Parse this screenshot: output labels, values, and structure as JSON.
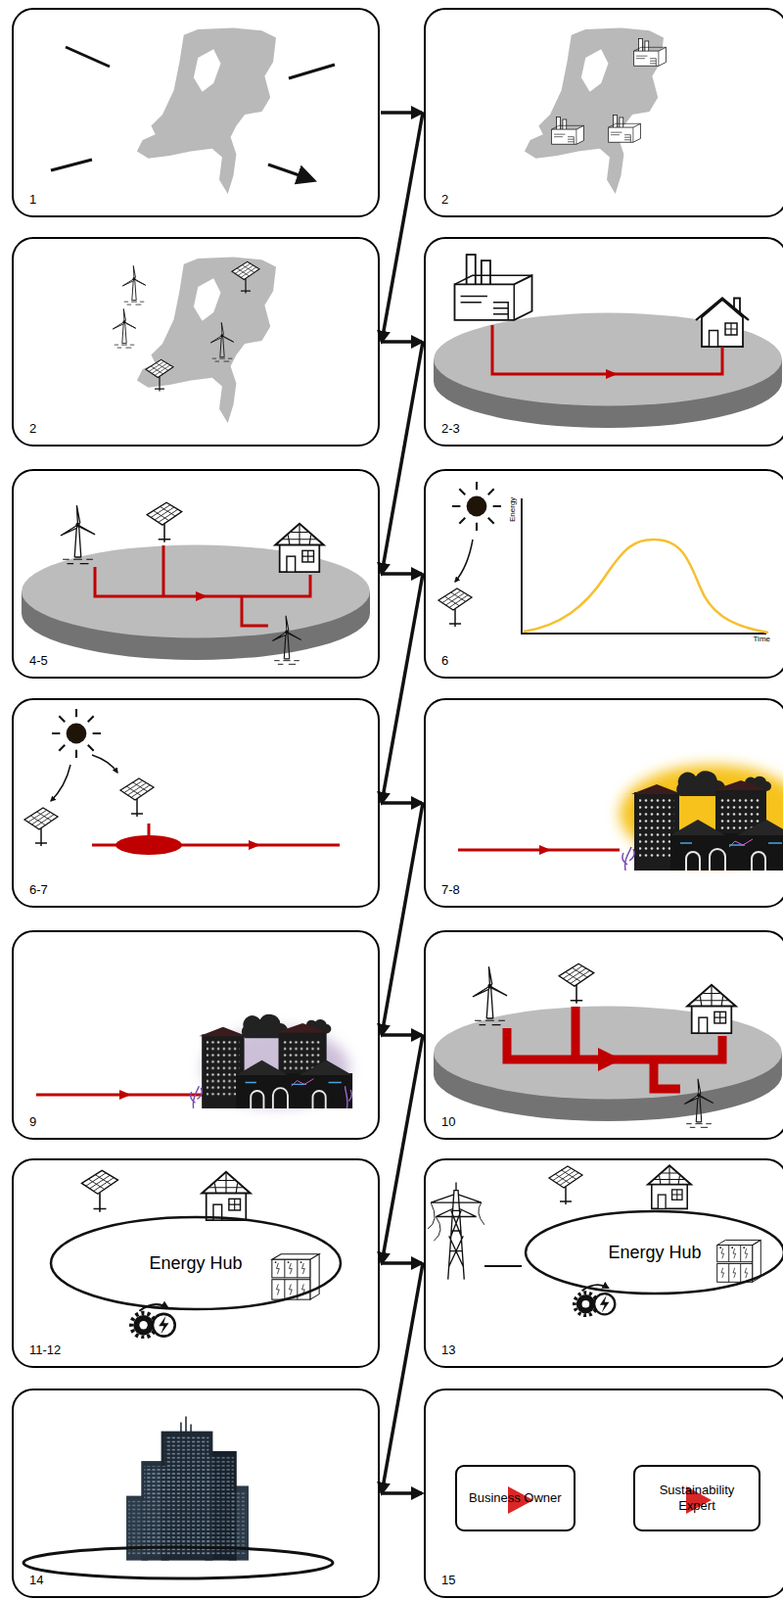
{
  "diagram": {
    "nodes": [
      {
        "text": [
          "1"
        ]
      },
      {
        "text": [
          "2"
        ]
      },
      {
        "text": [
          "2"
        ]
      },
      {
        "text": [
          "2-3"
        ]
      },
      {
        "text": [
          "4-5"
        ]
      },
      {
        "text": [
          "6",
          "Energy",
          "Time"
        ]
      },
      {
        "text": [
          "6-7"
        ]
      },
      {
        "text": [
          "7-8"
        ]
      },
      {
        "text": [
          "9"
        ]
      },
      {
        "text": [
          "10"
        ]
      },
      {
        "text": [
          "11-12"
        ]
      },
      {
        "text": [
          "Energy Hub"
        ],
        "in": 10
      },
      {
        "text": [
          "13"
        ]
      },
      {
        "text": [
          "Energy Hub"
        ],
        "in": 12
      },
      {
        "text": [
          "14"
        ]
      },
      {
        "text": [
          "15"
        ]
      },
      {
        "text": [
          "Business Owner"
        ],
        "in": 15
      },
      {
        "text": [
          "Sustainability Expert"
        ],
        "in": 15
      }
    ],
    "edges": [
      {
        "from": 0,
        "to": 1,
        "arrow": "to"
      },
      {
        "from": 1,
        "to": 2,
        "arrow": "to"
      },
      {
        "from": 2,
        "to": 3,
        "arrow": "to"
      },
      {
        "from": 3,
        "to": 4,
        "arrow": "to"
      },
      {
        "from": 4,
        "to": 5,
        "arrow": "to"
      },
      {
        "from": 5,
        "to": 6,
        "arrow": "to"
      },
      {
        "from": 6,
        "to": 7,
        "arrow": "to"
      },
      {
        "from": 7,
        "to": 8,
        "arrow": "to"
      },
      {
        "from": 8,
        "to": 9,
        "arrow": "to"
      },
      {
        "from": 9,
        "to": 10,
        "arrow": "to"
      },
      {
        "from": 10,
        "to": 12,
        "arrow": "to"
      },
      {
        "from": 12,
        "to": 14,
        "arrow": "to"
      },
      {
        "from": 14,
        "to": 15,
        "arrow": "to"
      }
    ]
  }
}
